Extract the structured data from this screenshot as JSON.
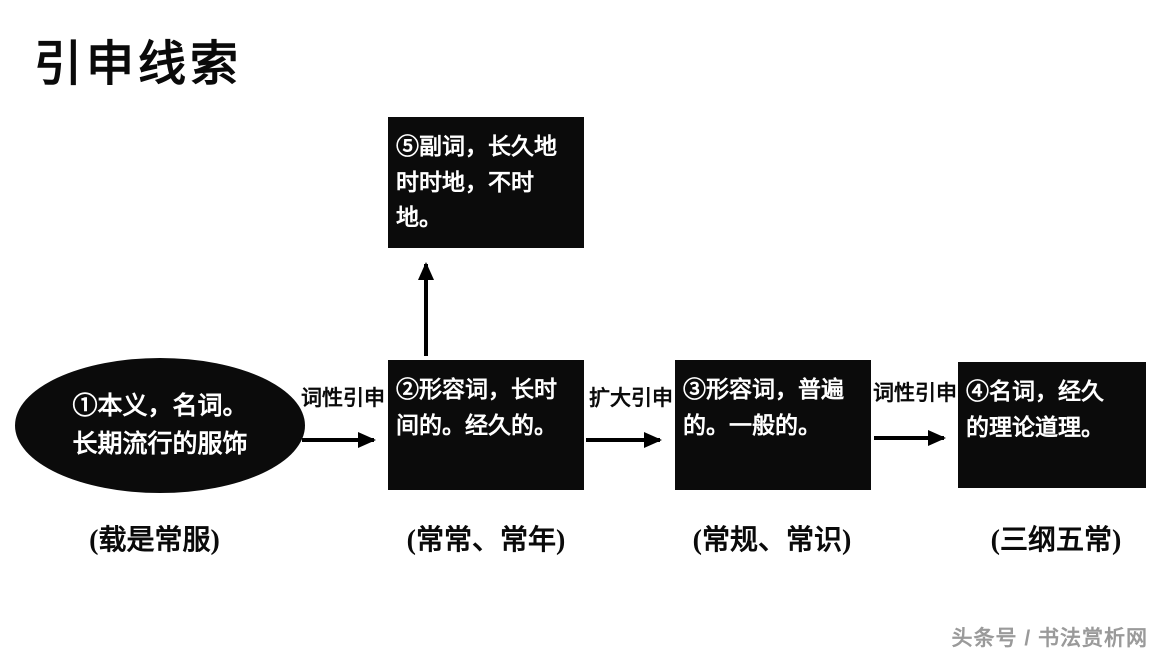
{
  "title": "引申线索",
  "nodes": {
    "n1": {
      "text": "①本义，名词。\n长期流行的服饰",
      "caption": "(载是常服)"
    },
    "n2": {
      "text": "②形容词，长时\n间的。经久的。",
      "caption": "(常常、常年)"
    },
    "n3": {
      "text": "③形容词，普遍\n的。一般的。",
      "caption": "(常规、常识)"
    },
    "n4": {
      "text": "④名词，经久\n的理论道理。",
      "caption": "(三纲五常)"
    },
    "n5": {
      "text": "⑤副词，长久地\n时时地，不时地。"
    }
  },
  "arrows": {
    "label1": "词性引申",
    "label2": "扩大引申",
    "label3": "词性引申"
  },
  "colors": {
    "node_bg": "#0b0b0b",
    "node_text": "#ffffff",
    "arrow": "#000000",
    "watermark": "#9a9a9a"
  },
  "watermark": "头条号 / 书法赏析网"
}
